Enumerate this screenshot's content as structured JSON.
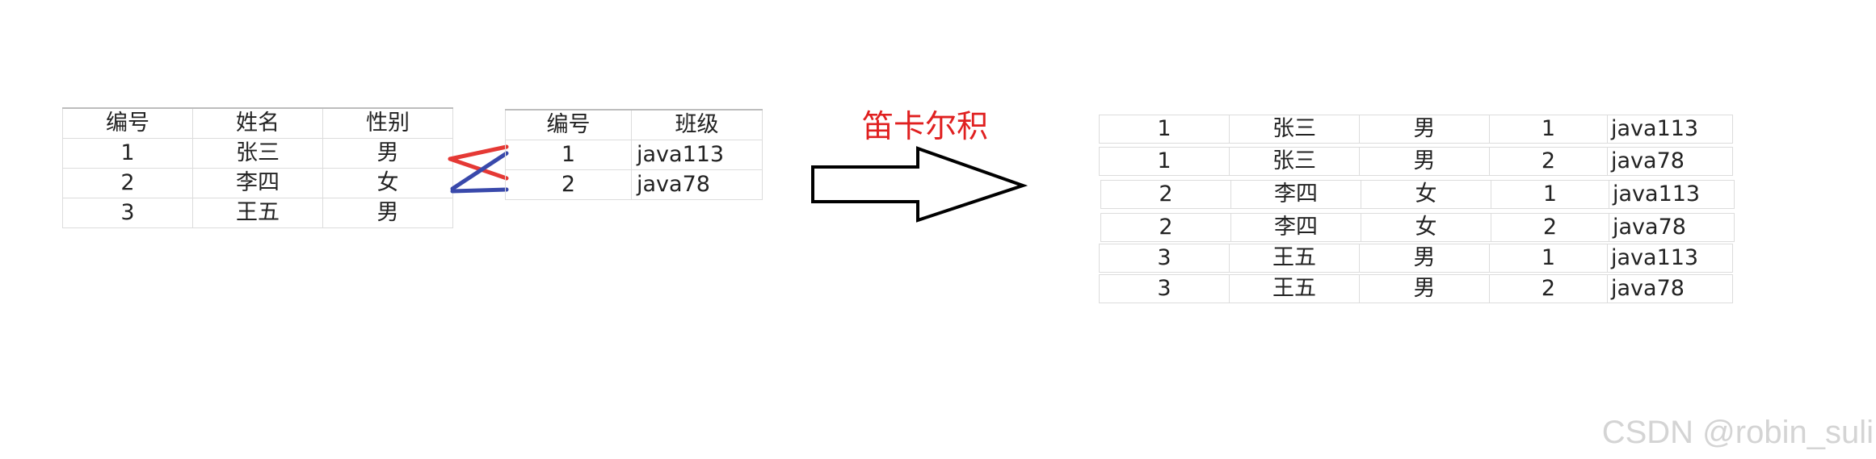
{
  "students_table": {
    "headers": [
      "编号",
      "姓名",
      "性别"
    ],
    "rows": [
      [
        "1",
        "张三",
        "男"
      ],
      [
        "2",
        "李四",
        "女"
      ],
      [
        "3",
        "王五",
        "男"
      ]
    ]
  },
  "classes_table": {
    "headers": [
      "编号",
      "班级"
    ],
    "rows": [
      [
        "1",
        "java113"
      ],
      [
        "2",
        "java78"
      ]
    ]
  },
  "arrow_label": "笛卡尔积",
  "result_rows": [
    [
      "1",
      "张三",
      "男",
      "1",
      "java113"
    ],
    [
      "1",
      "张三",
      "男",
      "2",
      "java78"
    ],
    [
      "2",
      "李四",
      "女",
      "1",
      "java113"
    ],
    [
      "2",
      "李四",
      "女",
      "2",
      "java78"
    ],
    [
      "3",
      "王五",
      "男",
      "1",
      "java113"
    ],
    [
      "3",
      "王五",
      "男",
      "2",
      "java78"
    ]
  ],
  "colors": {
    "label": "#e02020",
    "link_red": "#e53935",
    "link_blue": "#3949ab",
    "arrow": "#000000"
  },
  "watermark": "CSDN @robin_suli"
}
